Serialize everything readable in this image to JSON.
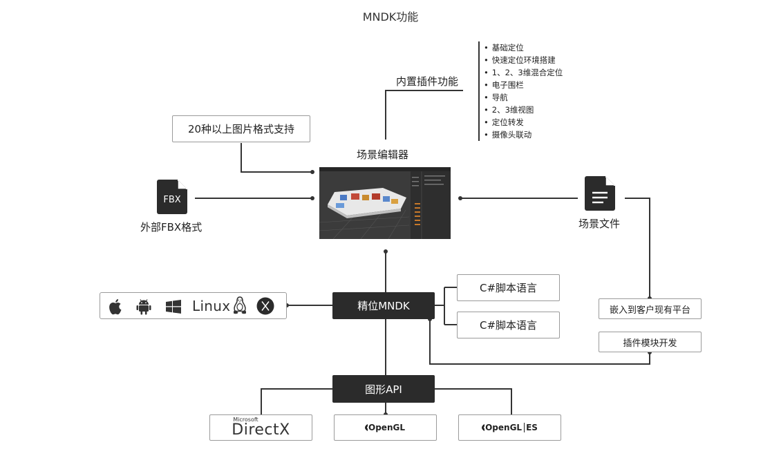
{
  "title": "MNDK功能",
  "builtin_plugins": {
    "label": "内置插件功能",
    "items": [
      "基础定位",
      "快速定位环境搭建",
      "1、2、3维混合定位",
      "电子围栏",
      "导航",
      "2、3维视图",
      "定位转发",
      "摄像头联动"
    ]
  },
  "image_formats_box": "20种以上图片格式支持",
  "scene_editor_label": "场景编辑器",
  "fbx": {
    "icon_text": "FBX",
    "label": "外部FBX格式"
  },
  "scene_file_label": "场景文件",
  "core_box": "精位MNDK",
  "lang_boxes": [
    "C#脚本语言",
    "C#脚本语言"
  ],
  "embed_box": "嵌入到客户现有平台",
  "plugin_dev_box": "插件模块开发",
  "platforms": {
    "linux_label": "Linux",
    "icons": [
      "apple-icon",
      "android-icon",
      "windows-icon",
      "tux-icon",
      "macos-x-icon"
    ]
  },
  "graphics_api_box": "图形API",
  "apis": {
    "directx_small": "Microsoft",
    "directx_main": "DirectX",
    "opengl": "OpenGL",
    "opengles_a": "OpenGL",
    "opengles_b": "ES"
  },
  "colors": {
    "dark": "#2b2b2b",
    "line": "#333333",
    "border": "#9a9a9a"
  }
}
